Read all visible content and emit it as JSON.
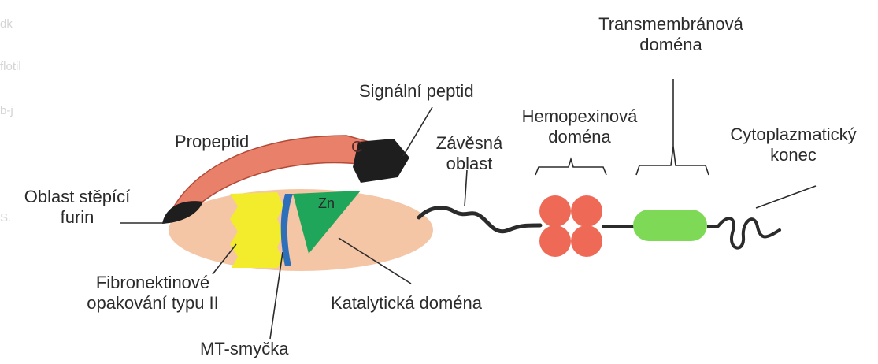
{
  "labels": {
    "transmembrane_line1": "Transmembránová",
    "transmembrane_line2": "doména",
    "signal_peptide": "Signální peptid",
    "hemopexin_line1": "Hemopexinová",
    "hemopexin_line2": "doména",
    "propeptide": "Propeptid",
    "hinge_line1": "Závěsná",
    "hinge_line2": "oblast",
    "cytoplasmic_line1": "Cytoplazmatický",
    "cytoplasmic_line2": "konec",
    "furin_line1": "Oblast stěpící",
    "furin_line2": "furin",
    "fibronectin_line1": "Fibronektinové",
    "fibronectin_line2": "opakování typu II",
    "catalytic": "Katalytická doména",
    "mt_loop": "MT-smyčka",
    "zn": "Zn",
    "c_letter": "C"
  },
  "colors": {
    "propeptide": "#e8806a",
    "catalytic": "#f5c6a5",
    "fibronectin": "#f2ec2c",
    "zinc_site": "#1fa65a",
    "mt_loop": "#2d6fb8",
    "hemopexin": "#ee6a57",
    "transmembrane": "#7ed957",
    "signal_peptide": "#1e1e1e",
    "line": "#2b2b2b"
  }
}
